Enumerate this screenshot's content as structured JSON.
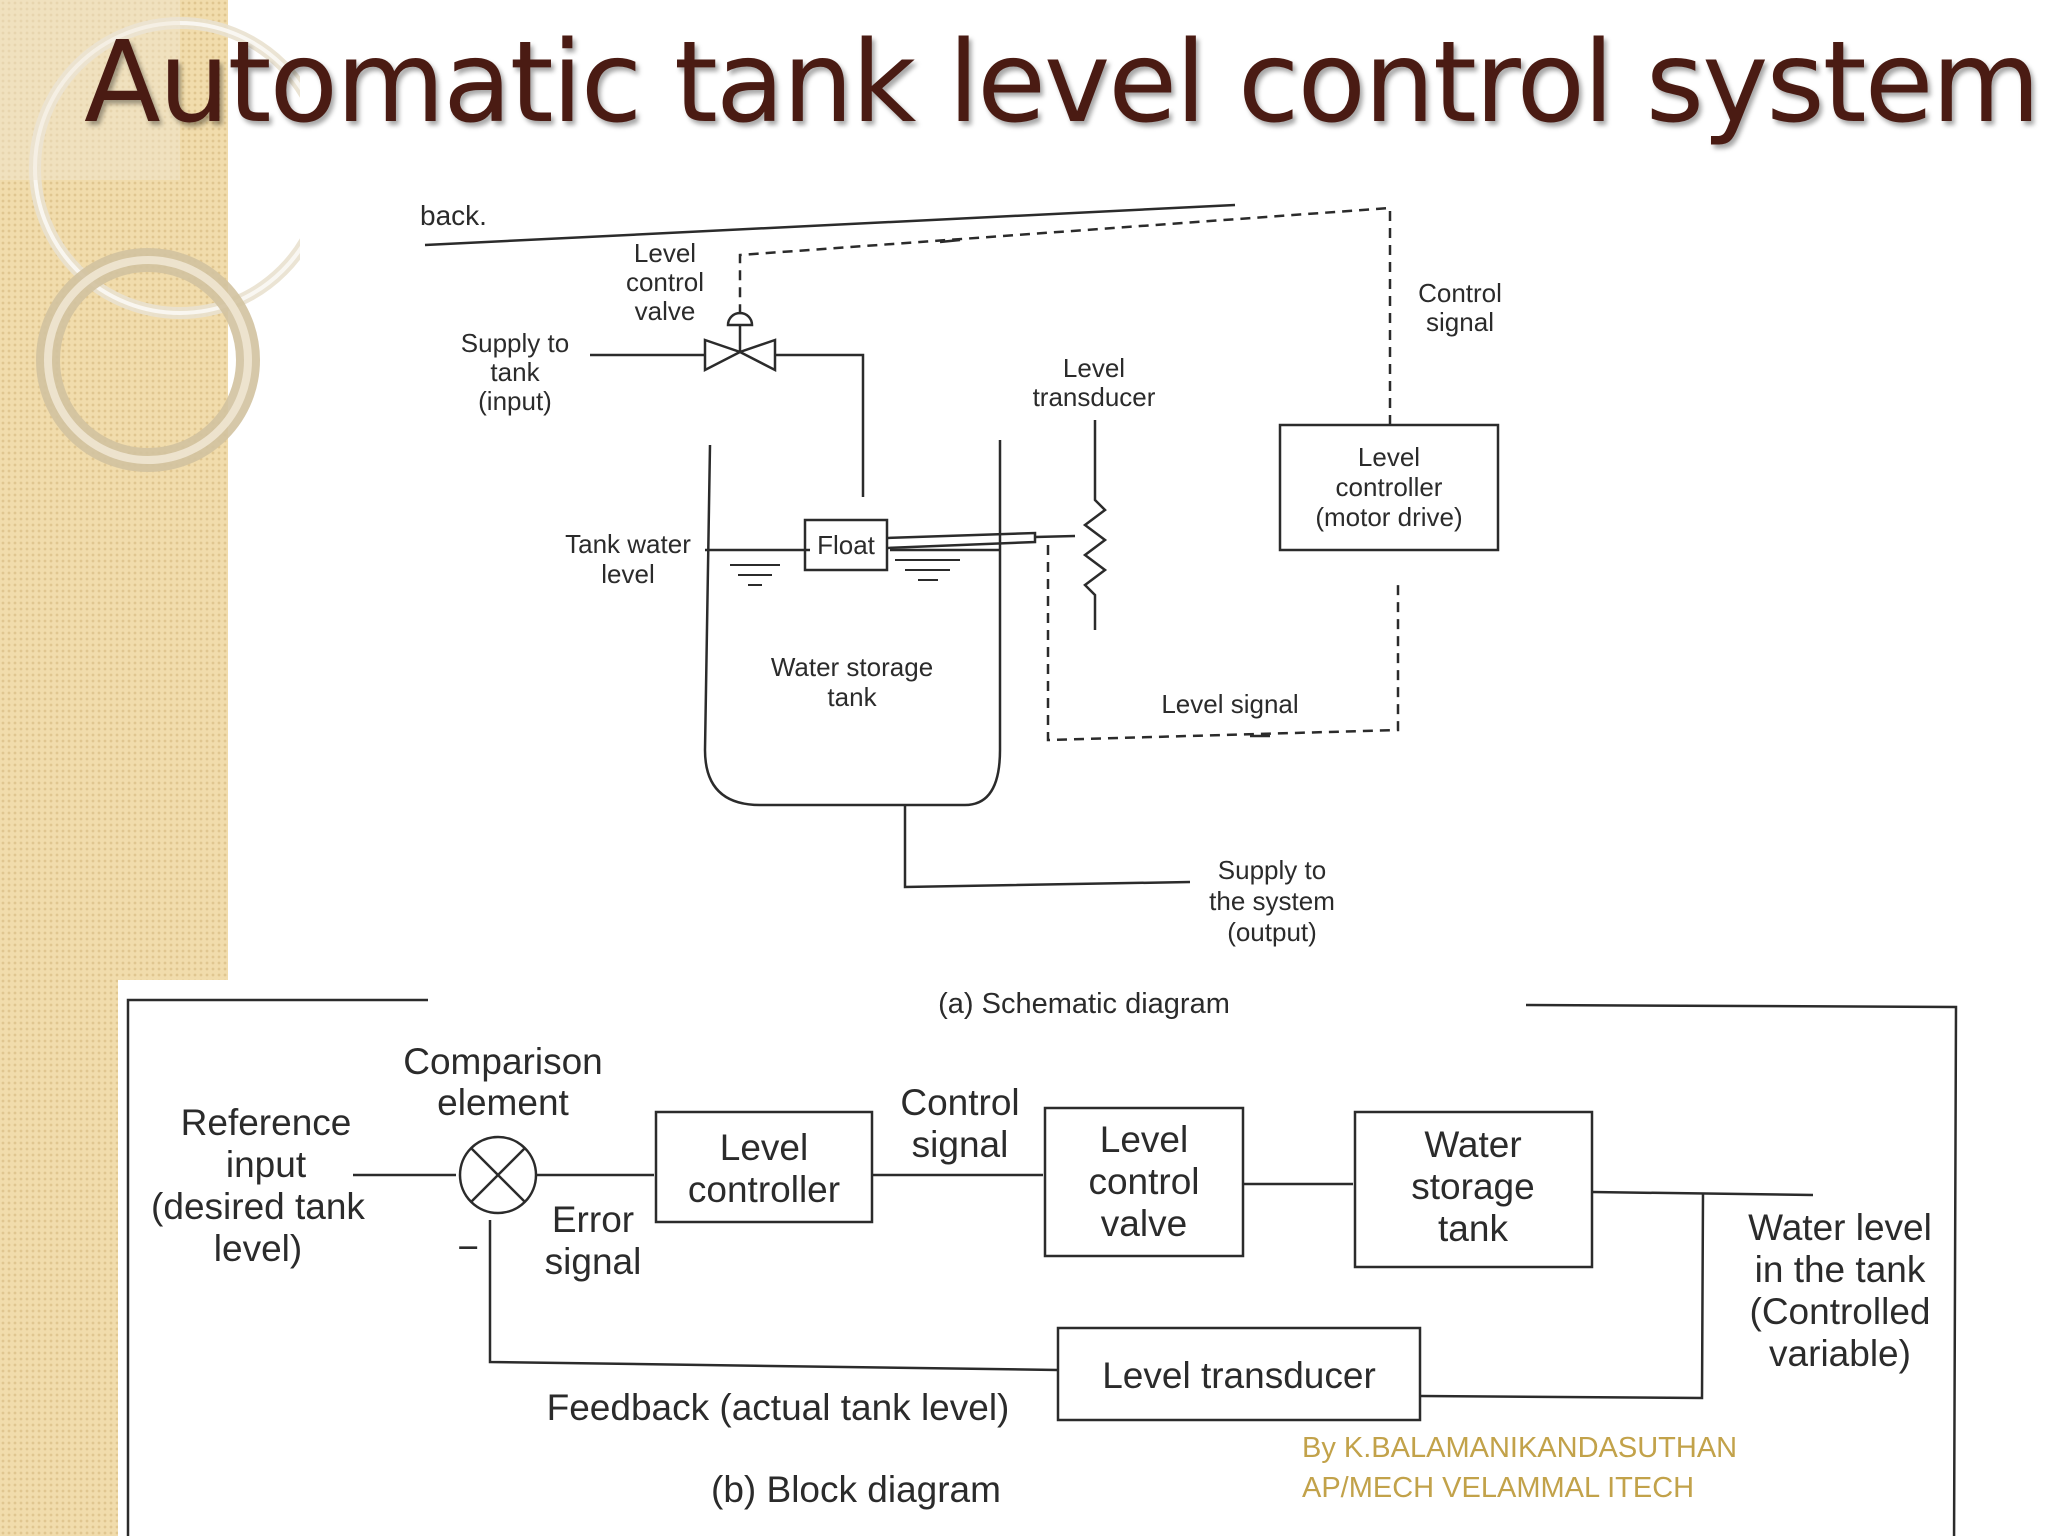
{
  "slide": {
    "title": "Automatic tank level control system",
    "author_line1": "By K.BALAMANIKANDASUTHAN",
    "author_line2": "AP/MECH VELAMMAL ITECH"
  },
  "schematic": {
    "cropped_text": "back.",
    "valve_label": [
      "Level",
      "control",
      "valve"
    ],
    "supply_input": [
      "Supply to",
      "tank",
      "(input)"
    ],
    "transducer_label": [
      "Level",
      "transducer"
    ],
    "control_signal": [
      "Control",
      "signal"
    ],
    "controller_box": [
      "Level",
      "controller",
      "(motor drive)"
    ],
    "tank_water_level": [
      "Tank water",
      "level"
    ],
    "float_label": "Float",
    "tank_label": [
      "Water storage",
      "tank"
    ],
    "level_signal": "Level signal",
    "supply_output": [
      "Supply to",
      "the system",
      "(output)"
    ],
    "caption": "(a) Schematic diagram"
  },
  "block": {
    "reference": [
      "Reference",
      "input",
      "(desired tank",
      "level)"
    ],
    "comparison": [
      "Comparison",
      "element"
    ],
    "error": [
      "Error",
      "signal"
    ],
    "minus": "−",
    "controller": [
      "Level",
      "controller"
    ],
    "control_signal": [
      "Control",
      "signal"
    ],
    "valve": [
      "Level",
      "control",
      "valve"
    ],
    "tank": [
      "Water",
      "storage",
      "tank"
    ],
    "output": [
      "Water level",
      "in the tank",
      "(Controlled",
      "variable)"
    ],
    "transducer": "Level transducer",
    "feedback": "Feedback (actual tank level)",
    "caption": "(b) Block diagram"
  },
  "colors": {
    "title": "#4a1b13",
    "sidebar": "#f1dcac",
    "author": "#c2a24a",
    "line": "#2b2b2b"
  }
}
